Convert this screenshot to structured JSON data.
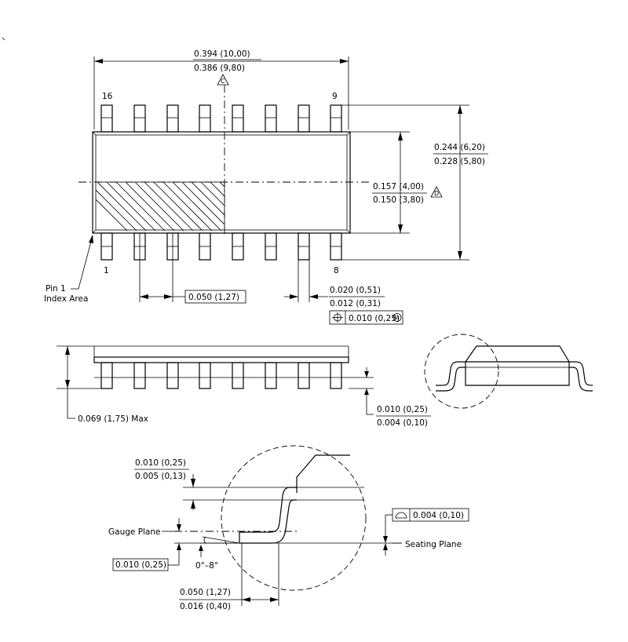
{
  "top_view": {
    "length_max": "0.394 (10,00)",
    "length_min": "0.386 (9,80)",
    "note_c": "C",
    "pin_16": "16",
    "pin_9": "9",
    "pin_1": "1",
    "pin_8": "8",
    "width_total_max": "0.244 (6,20)",
    "width_total_min": "0.228 (5,80)",
    "body_width_max": "0.157 (4,00)",
    "body_width_min": "0.150 (3,80)",
    "note_d": "D",
    "pin1_label_line1": "Pin 1",
    "pin1_label_line2": "Index Area",
    "pitch": "0.050 (1,27)",
    "lead_width_max": "0.020 (0,51)",
    "lead_width_min": "0.012 (0,31)",
    "position_tol": "0.010 (0,25)",
    "position_mod": "M"
  },
  "side_view": {
    "height_max": "0.069 (1,75) Max",
    "standoff_max": "0.010 (0,25)",
    "standoff_min": "0.004 (0,10)"
  },
  "detail_view": {
    "lead_thick_max": "0.010 (0,25)",
    "lead_thick_min": "0.005 (0,13)",
    "gauge_plane": "Gauge Plane",
    "gauge_dim": "0.010 (0,25)",
    "angle": "0°–8°",
    "seating_plane": "Seating Plane",
    "coplanarity": "0.004 (0,10)",
    "foot_len_max": "0.050 (1,27)",
    "foot_len_min": "0.016 (0,40)"
  }
}
